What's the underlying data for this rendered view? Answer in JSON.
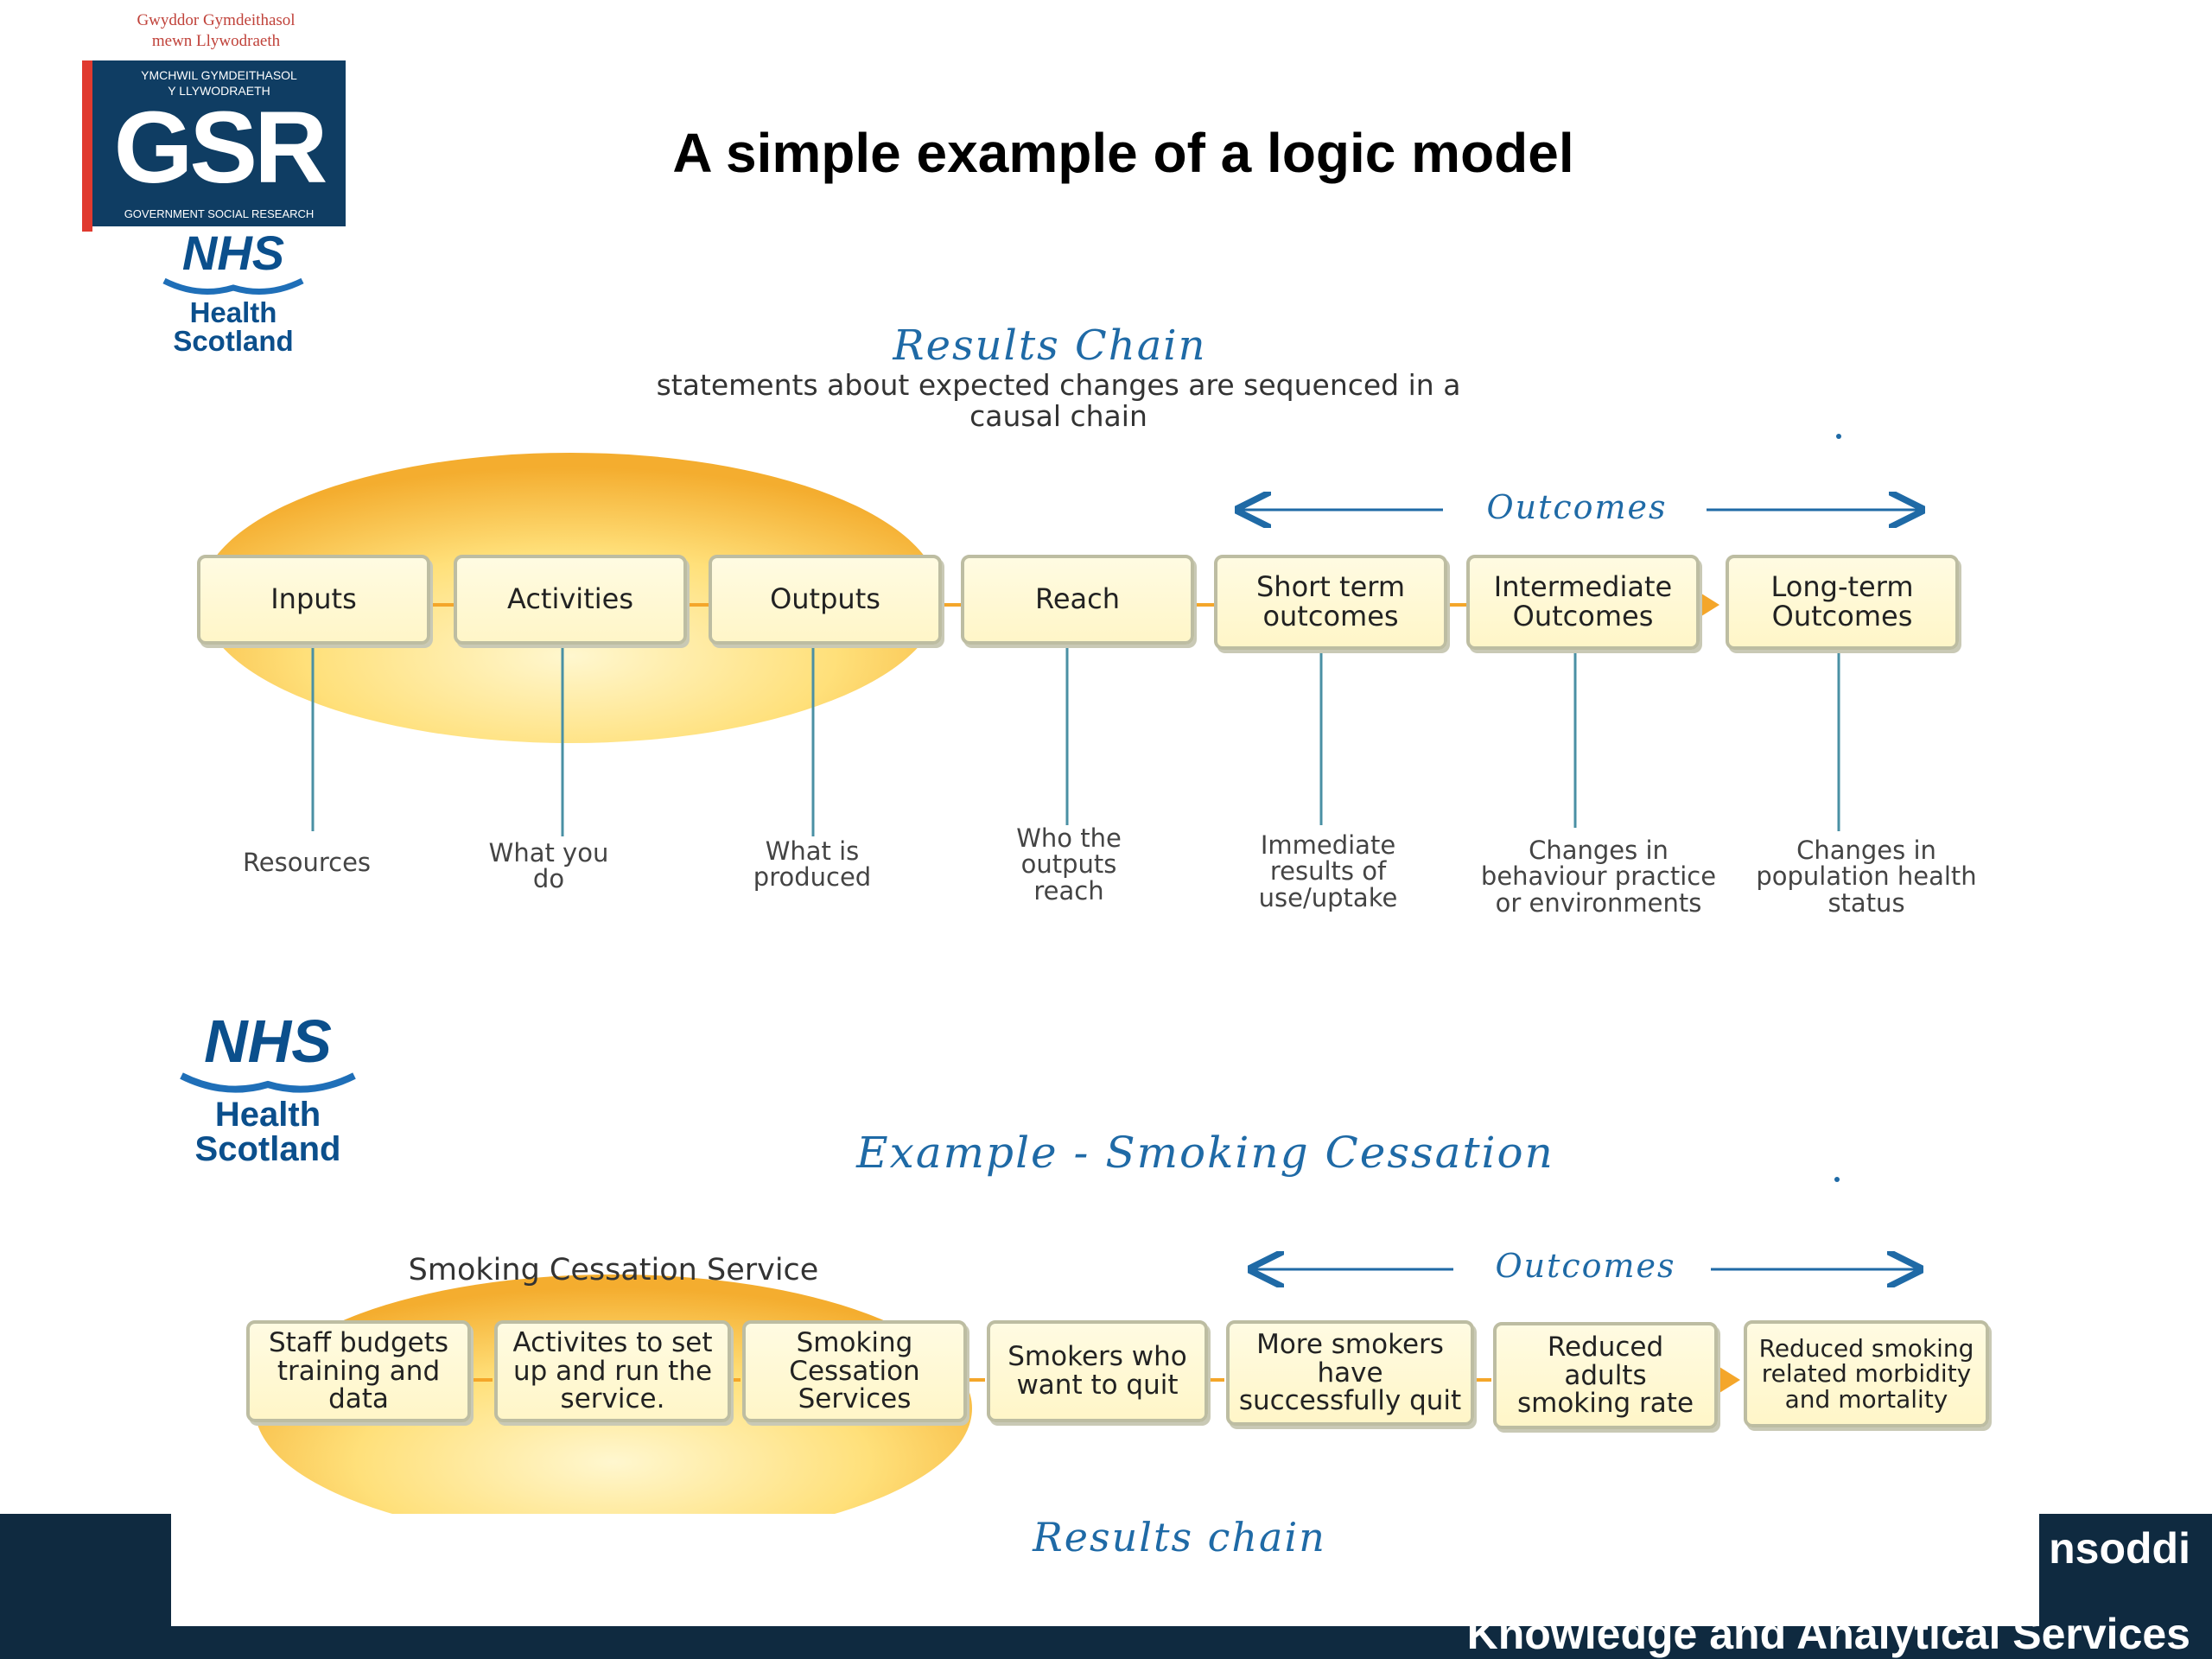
{
  "header": {
    "gsr_welsh_top": [
      "Gwyddor Gymdeithasol",
      "mewn Llywodraeth"
    ],
    "gsr_welsh_inner": [
      "YMCHWIL GYMDEITHASOL",
      "Y LLYWODRAETH"
    ],
    "gsr_logo": "GSR",
    "gsr_caption": "GOVERNMENT SOCIAL RESEARCH",
    "nhs_logo_1": {
      "nhs": "NHS",
      "line1": "Health",
      "line2": "Scotland"
    },
    "title": "A simple example of a logic model"
  },
  "top_diagram": {
    "heading": "Results Chain",
    "subtitle": [
      "statements about expected changes are sequenced in a",
      "causal chain"
    ],
    "outcomes_label": "Outcomes",
    "boxes": [
      {
        "label": [
          "Inputs"
        ],
        "desc": [
          "Resources"
        ]
      },
      {
        "label": [
          "Activities"
        ],
        "desc": [
          "What you",
          "do"
        ]
      },
      {
        "label": [
          "Outputs"
        ],
        "desc": [
          "What is",
          "produced"
        ]
      },
      {
        "label": [
          "Reach"
        ],
        "desc": [
          "Who the",
          "outputs",
          "reach"
        ]
      },
      {
        "label": [
          "Short term",
          "outcomes"
        ],
        "desc": [
          "Immediate",
          "results of",
          "use/uptake"
        ]
      },
      {
        "label": [
          "Intermediate",
          "Outcomes"
        ],
        "desc": [
          "Changes in",
          "behaviour practice",
          "or environments"
        ]
      },
      {
        "label": [
          "Long-term",
          "Outcomes"
        ],
        "desc": [
          "Changes in",
          "population health",
          "status"
        ]
      }
    ]
  },
  "bottom_diagram": {
    "nhs_logo_2": {
      "nhs": "NHS",
      "line1": "Health",
      "line2": "Scotland"
    },
    "heading": "Example - Smoking Cessation",
    "ellipse_label": "Smoking Cessation Service",
    "outcomes_label": "Outcomes",
    "boxes": [
      [
        "Staff budgets",
        "training and",
        "data"
      ],
      [
        "Activites to set",
        "up and run the",
        "service."
      ],
      [
        "Smoking",
        "Cessation",
        "Services"
      ],
      [
        "Smokers who",
        "want to quit"
      ],
      [
        "More smokers",
        "have",
        "successfully quit"
      ],
      [
        "Reduced",
        "adults",
        "smoking rate"
      ],
      [
        "Reduced smoking",
        "related morbidity",
        "and mortality"
      ]
    ],
    "caption": "Results chain"
  },
  "footer": {
    "partial_welsh": "nsoddi",
    "partial_english": "Knowledge and Analytical Services"
  },
  "colors": {
    "navy": "#0f2a40",
    "script_blue": "#1f6aa6",
    "ellipse_orange": "#f5b233",
    "box_fill": "#fff8d0",
    "connector": "#f4a62a",
    "leader_line": "#4a90a4",
    "nhs_blue": "#0b4f8c",
    "gsr_red": "#e03a2f"
  }
}
